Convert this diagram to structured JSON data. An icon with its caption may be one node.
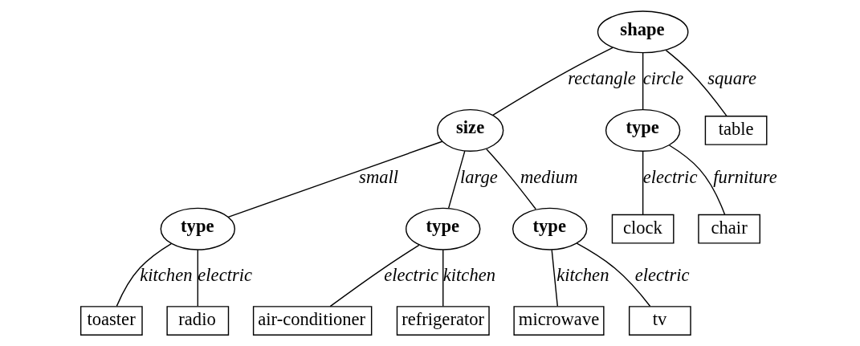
{
  "diagram": {
    "nodes": [
      {
        "text": [
          "shape"
        ]
      },
      {
        "text": [
          "size"
        ]
      },
      {
        "text": [
          "type"
        ]
      },
      {
        "text": [
          "table"
        ]
      },
      {
        "text": [
          "type"
        ]
      },
      {
        "text": [
          "type"
        ]
      },
      {
        "text": [
          "type"
        ]
      },
      {
        "text": [
          "clock"
        ]
      },
      {
        "text": [
          "chair"
        ]
      },
      {
        "text": [
          "toaster"
        ]
      },
      {
        "text": [
          "radio"
        ]
      },
      {
        "text": [
          "air-conditioner"
        ]
      },
      {
        "text": [
          "refrigerator"
        ]
      },
      {
        "text": [
          "microwave"
        ]
      },
      {
        "text": [
          "tv"
        ]
      }
    ],
    "edges": [
      {
        "from": 0,
        "to": 1,
        "label": "rectangle",
        "arrow": "none"
      },
      {
        "from": 0,
        "to": 2,
        "label": "circle",
        "arrow": "none"
      },
      {
        "from": 0,
        "to": 3,
        "label": "square",
        "arrow": "none"
      },
      {
        "from": 1,
        "to": 4,
        "label": "small",
        "arrow": "none"
      },
      {
        "from": 1,
        "to": 5,
        "label": "large",
        "arrow": "none"
      },
      {
        "from": 1,
        "to": 6,
        "label": "medium",
        "arrow": "none"
      },
      {
        "from": 2,
        "to": 7,
        "label": "electric",
        "arrow": "none"
      },
      {
        "from": 2,
        "to": 8,
        "label": "furniture",
        "arrow": "none"
      },
      {
        "from": 4,
        "to": 9,
        "label": "kitchen",
        "arrow": "none"
      },
      {
        "from": 4,
        "to": 10,
        "label": "electric",
        "arrow": "none"
      },
      {
        "from": 5,
        "to": 11,
        "label": "electric",
        "arrow": "none"
      },
      {
        "from": 5,
        "to": 12,
        "label": "kitchen",
        "arrow": "none"
      },
      {
        "from": 6,
        "to": 13,
        "label": "kitchen",
        "arrow": "none"
      },
      {
        "from": 6,
        "to": 14,
        "label": "electric",
        "arrow": "none"
      }
    ]
  }
}
